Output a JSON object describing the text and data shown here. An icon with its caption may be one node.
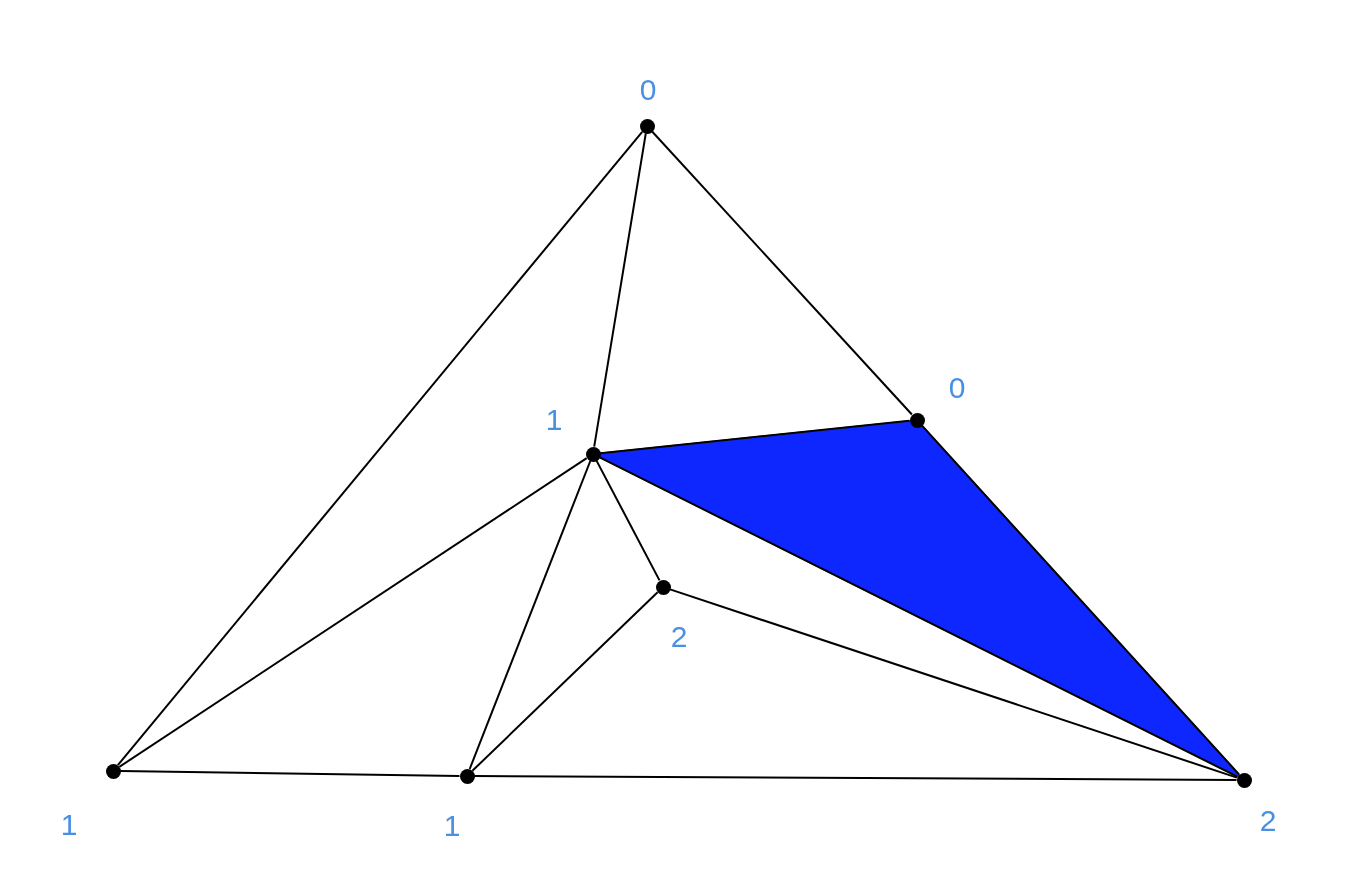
{
  "diagram": {
    "nodes": [
      {
        "text": [],
        "shape": "circle",
        "beside": [
          "0"
        ]
      },
      {
        "text": [],
        "shape": "circle",
        "beside": [
          "0"
        ]
      },
      {
        "text": [],
        "shape": "circle",
        "beside": [
          "1"
        ]
      },
      {
        "text": [],
        "shape": "circle",
        "beside": [
          "2"
        ]
      },
      {
        "text": [],
        "shape": "circle",
        "beside": [
          "1"
        ]
      },
      {
        "text": [],
        "shape": "circle",
        "beside": [
          "1"
        ]
      },
      {
        "text": [],
        "shape": "circle",
        "beside": [
          "2"
        ]
      }
    ],
    "edges": [
      {
        "from": 0,
        "to": 4,
        "arrow": "none"
      },
      {
        "from": 0,
        "to": 2,
        "arrow": "none"
      },
      {
        "from": 0,
        "to": 1,
        "arrow": "none"
      },
      {
        "from": 1,
        "to": 2,
        "arrow": "none"
      },
      {
        "from": 1,
        "to": 6,
        "arrow": "none"
      },
      {
        "from": 2,
        "to": 4,
        "arrow": "none"
      },
      {
        "from": 2,
        "to": 5,
        "arrow": "none"
      },
      {
        "from": 2,
        "to": 3,
        "arrow": "none"
      },
      {
        "from": 2,
        "to": 6,
        "arrow": "none"
      },
      {
        "from": 3,
        "to": 5,
        "arrow": "none"
      },
      {
        "from": 3,
        "to": 6,
        "arrow": "none"
      },
      {
        "from": 4,
        "to": 5,
        "arrow": "none"
      },
      {
        "from": 5,
        "to": 6,
        "arrow": "none"
      }
    ]
  }
}
